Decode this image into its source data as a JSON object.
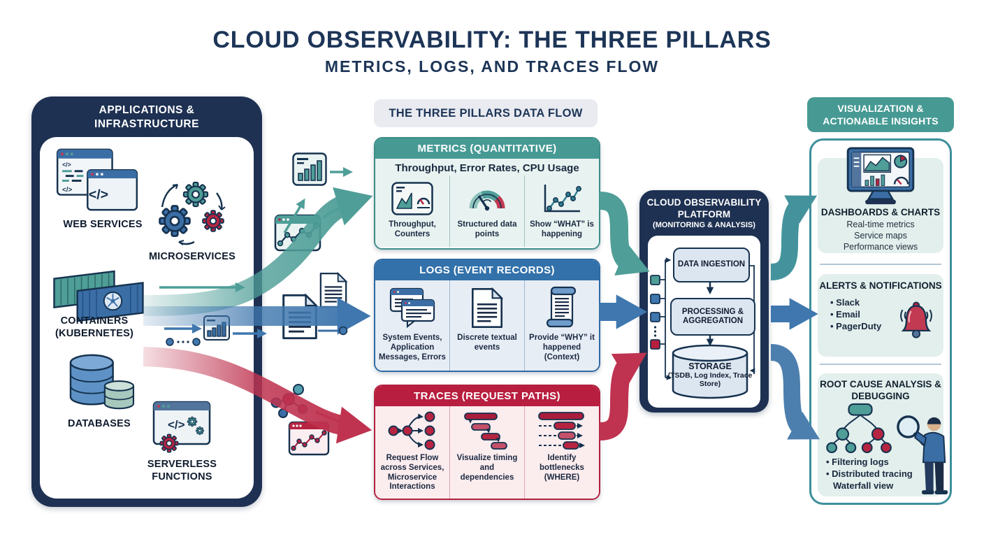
{
  "title": "CLOUD OBSERVABILITY: THE THREE PILLARS",
  "subtitle": "METRICS, LOGS, AND TRACES FLOW",
  "colors": {
    "navy": "#1e3152",
    "teal": "#479a94",
    "blue": "#3371aa",
    "crimson": "#b81e3f"
  },
  "left_panel": {
    "header": "APPLICATIONS & INFRASTRUCTURE",
    "items": [
      {
        "label": "WEB SERVICES",
        "icon": "web-services-icon"
      },
      {
        "label": "MICROSERVICES",
        "icon": "microservices-icon"
      },
      {
        "label": "CONTAINERS (KUBERNETES)",
        "icon": "containers-icon"
      },
      {
        "label": "DATABASES",
        "icon": "databases-icon"
      },
      {
        "label": "SERVERLESS FUNCTIONS",
        "icon": "serverless-icon"
      }
    ]
  },
  "flow": {
    "header": "THE THREE PILLARS DATA FLOW",
    "pillars": [
      {
        "title": "METRICS (QUANTITATIVE)",
        "subtitle": "Throughput, Error Rates, CPU Usage",
        "items": [
          "Throughput, Counters",
          "Structured data points",
          "Show “WHAT” is happening"
        ]
      },
      {
        "title": "LOGS (EVENT RECORDS)",
        "items": [
          "System Events, Application Messages, Errors",
          "Discrete textual events",
          "Provide “WHY” it happened (Context)"
        ]
      },
      {
        "title": "TRACES (REQUEST PATHS)",
        "items": [
          "Request Flow across Services, Microservice Interactions",
          "Visualize timing and dependencies",
          "Identify bottlenecks (WHERE)"
        ]
      }
    ]
  },
  "platform": {
    "title_line1": "CLOUD OBSERVABILITY",
    "title_line2": "PLATFORM",
    "title_line3": "(MONITORING & ANALYSIS)",
    "stages": {
      "ingestion": "DATA INGESTION",
      "processing": "PROCESSING & AGGREGATION",
      "storage": "STORAGE",
      "storage_detail": "(TSDB, Log Index, Trace Store)"
    }
  },
  "insights": {
    "header": "VISUALIZATION & ACTIONABLE INSIGHTS",
    "dashboards": {
      "title": "DASHBOARDS & CHARTS",
      "lines": [
        "Real-time metrics",
        "Service maps",
        "Performance views"
      ]
    },
    "alerts": {
      "title": "ALERTS & NOTIFICATIONS",
      "bullets": [
        "Slack",
        "Email",
        "PagerDuty"
      ]
    },
    "root_cause": {
      "title": "ROOT CAUSE ANALYSIS & DEBUGGING",
      "bullets": [
        "Filtering logs",
        "Distributed tracing"
      ],
      "extra": "Waterfall view"
    }
  }
}
